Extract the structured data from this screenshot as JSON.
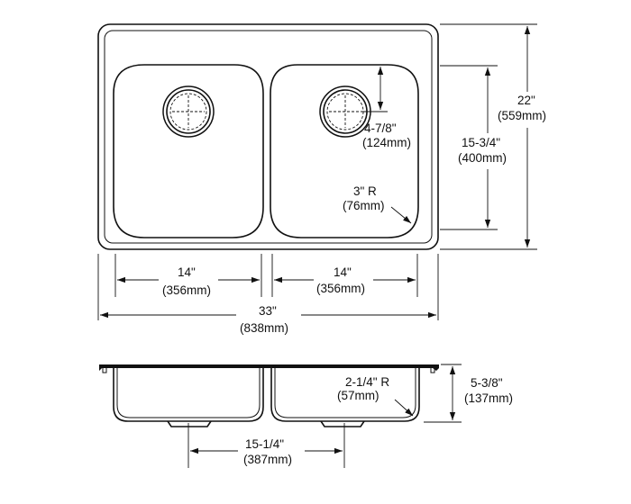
{
  "top_view": {
    "overall_width": {
      "in": "33\"",
      "mm": "(838mm)"
    },
    "overall_depth": {
      "in": "22\"",
      "mm": "(559mm)"
    },
    "left_bowl_width": {
      "in": "14\"",
      "mm": "(356mm)"
    },
    "right_bowl_width": {
      "in": "14\"",
      "mm": "(356mm)"
    },
    "bowl_depth": {
      "in": "15-3/4\"",
      "mm": "(400mm)"
    },
    "drain_offset": {
      "in": "4-7/8\"",
      "mm": "(124mm)"
    },
    "corner_radius": {
      "in": "3\" R",
      "mm": "(76mm)"
    }
  },
  "side_view": {
    "bowl_height": {
      "in": "5-3/8\"",
      "mm": "(137mm)"
    },
    "bottom_radius": {
      "in": "2-1/4\" R",
      "mm": "(57mm)"
    },
    "drain_spacing": {
      "in": "15-1/4\"",
      "mm": "(387mm)"
    }
  }
}
